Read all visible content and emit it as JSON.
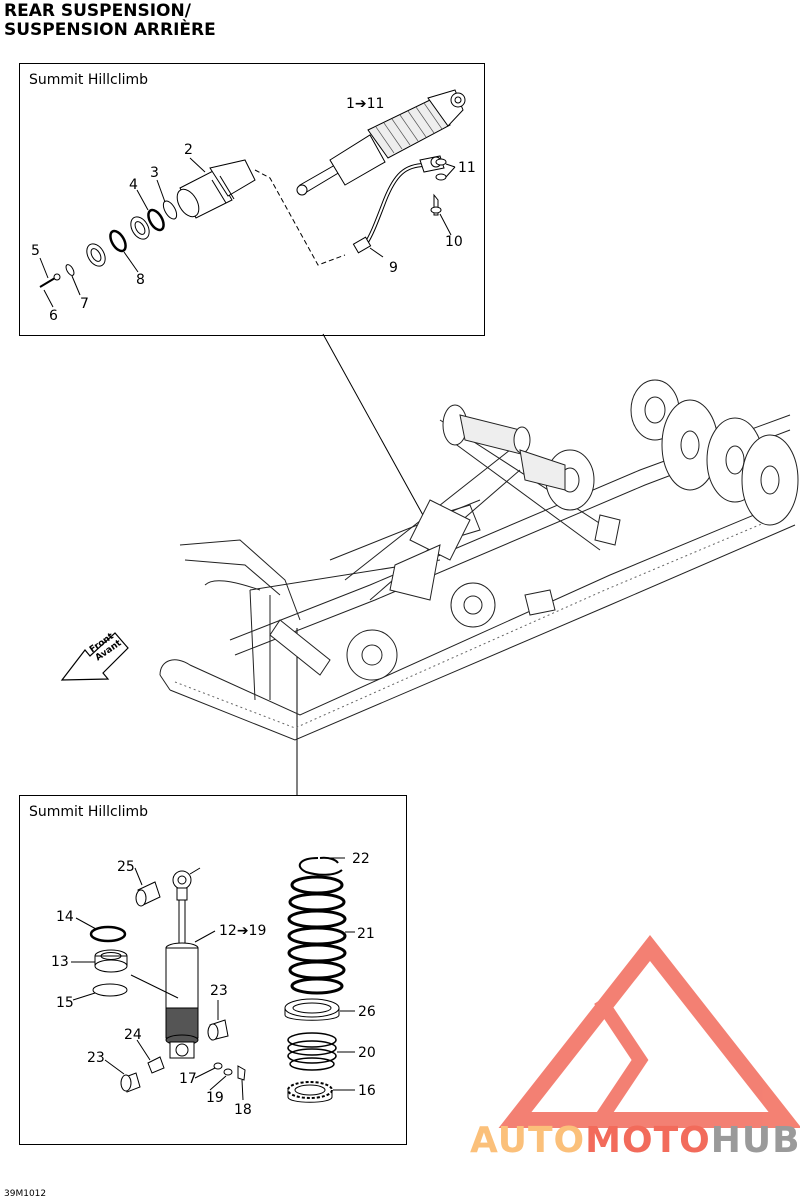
{
  "title": {
    "line1": "REAR SUSPENSION/",
    "line2": "SUSPENSION ARRIÈRE"
  },
  "top_box": {
    "label": "Summit Hillclimb",
    "callouts": {
      "c1_11": "1➔11",
      "c2": "2",
      "c3": "3",
      "c4": "4",
      "c5": "5",
      "c6": "6",
      "c7": "7",
      "c8": "8",
      "c9": "9",
      "c10": "10",
      "c11": "11"
    }
  },
  "bottom_box": {
    "label": "Summit Hillclimb",
    "callouts": {
      "c25": "25",
      "c14": "14",
      "c13": "13",
      "c15": "15",
      "c12_19": "12➔19",
      "c23a": "23",
      "c24": "24",
      "c23b": "23",
      "c17": "17",
      "c19": "19",
      "c18": "18",
      "c22": "22",
      "c21": "21",
      "c26": "26",
      "c20": "20",
      "c16": "16"
    }
  },
  "front_arrow": {
    "line1": "Front",
    "line2": "Avant"
  },
  "diagram_code": "39M1012",
  "watermark": {
    "part1": "AUTO",
    "part2": "MOTO",
    "part3": "HUB",
    "color_light": "#fbc07a",
    "color_red": "#f26b5b",
    "color_grey": "#9a9a9a"
  }
}
